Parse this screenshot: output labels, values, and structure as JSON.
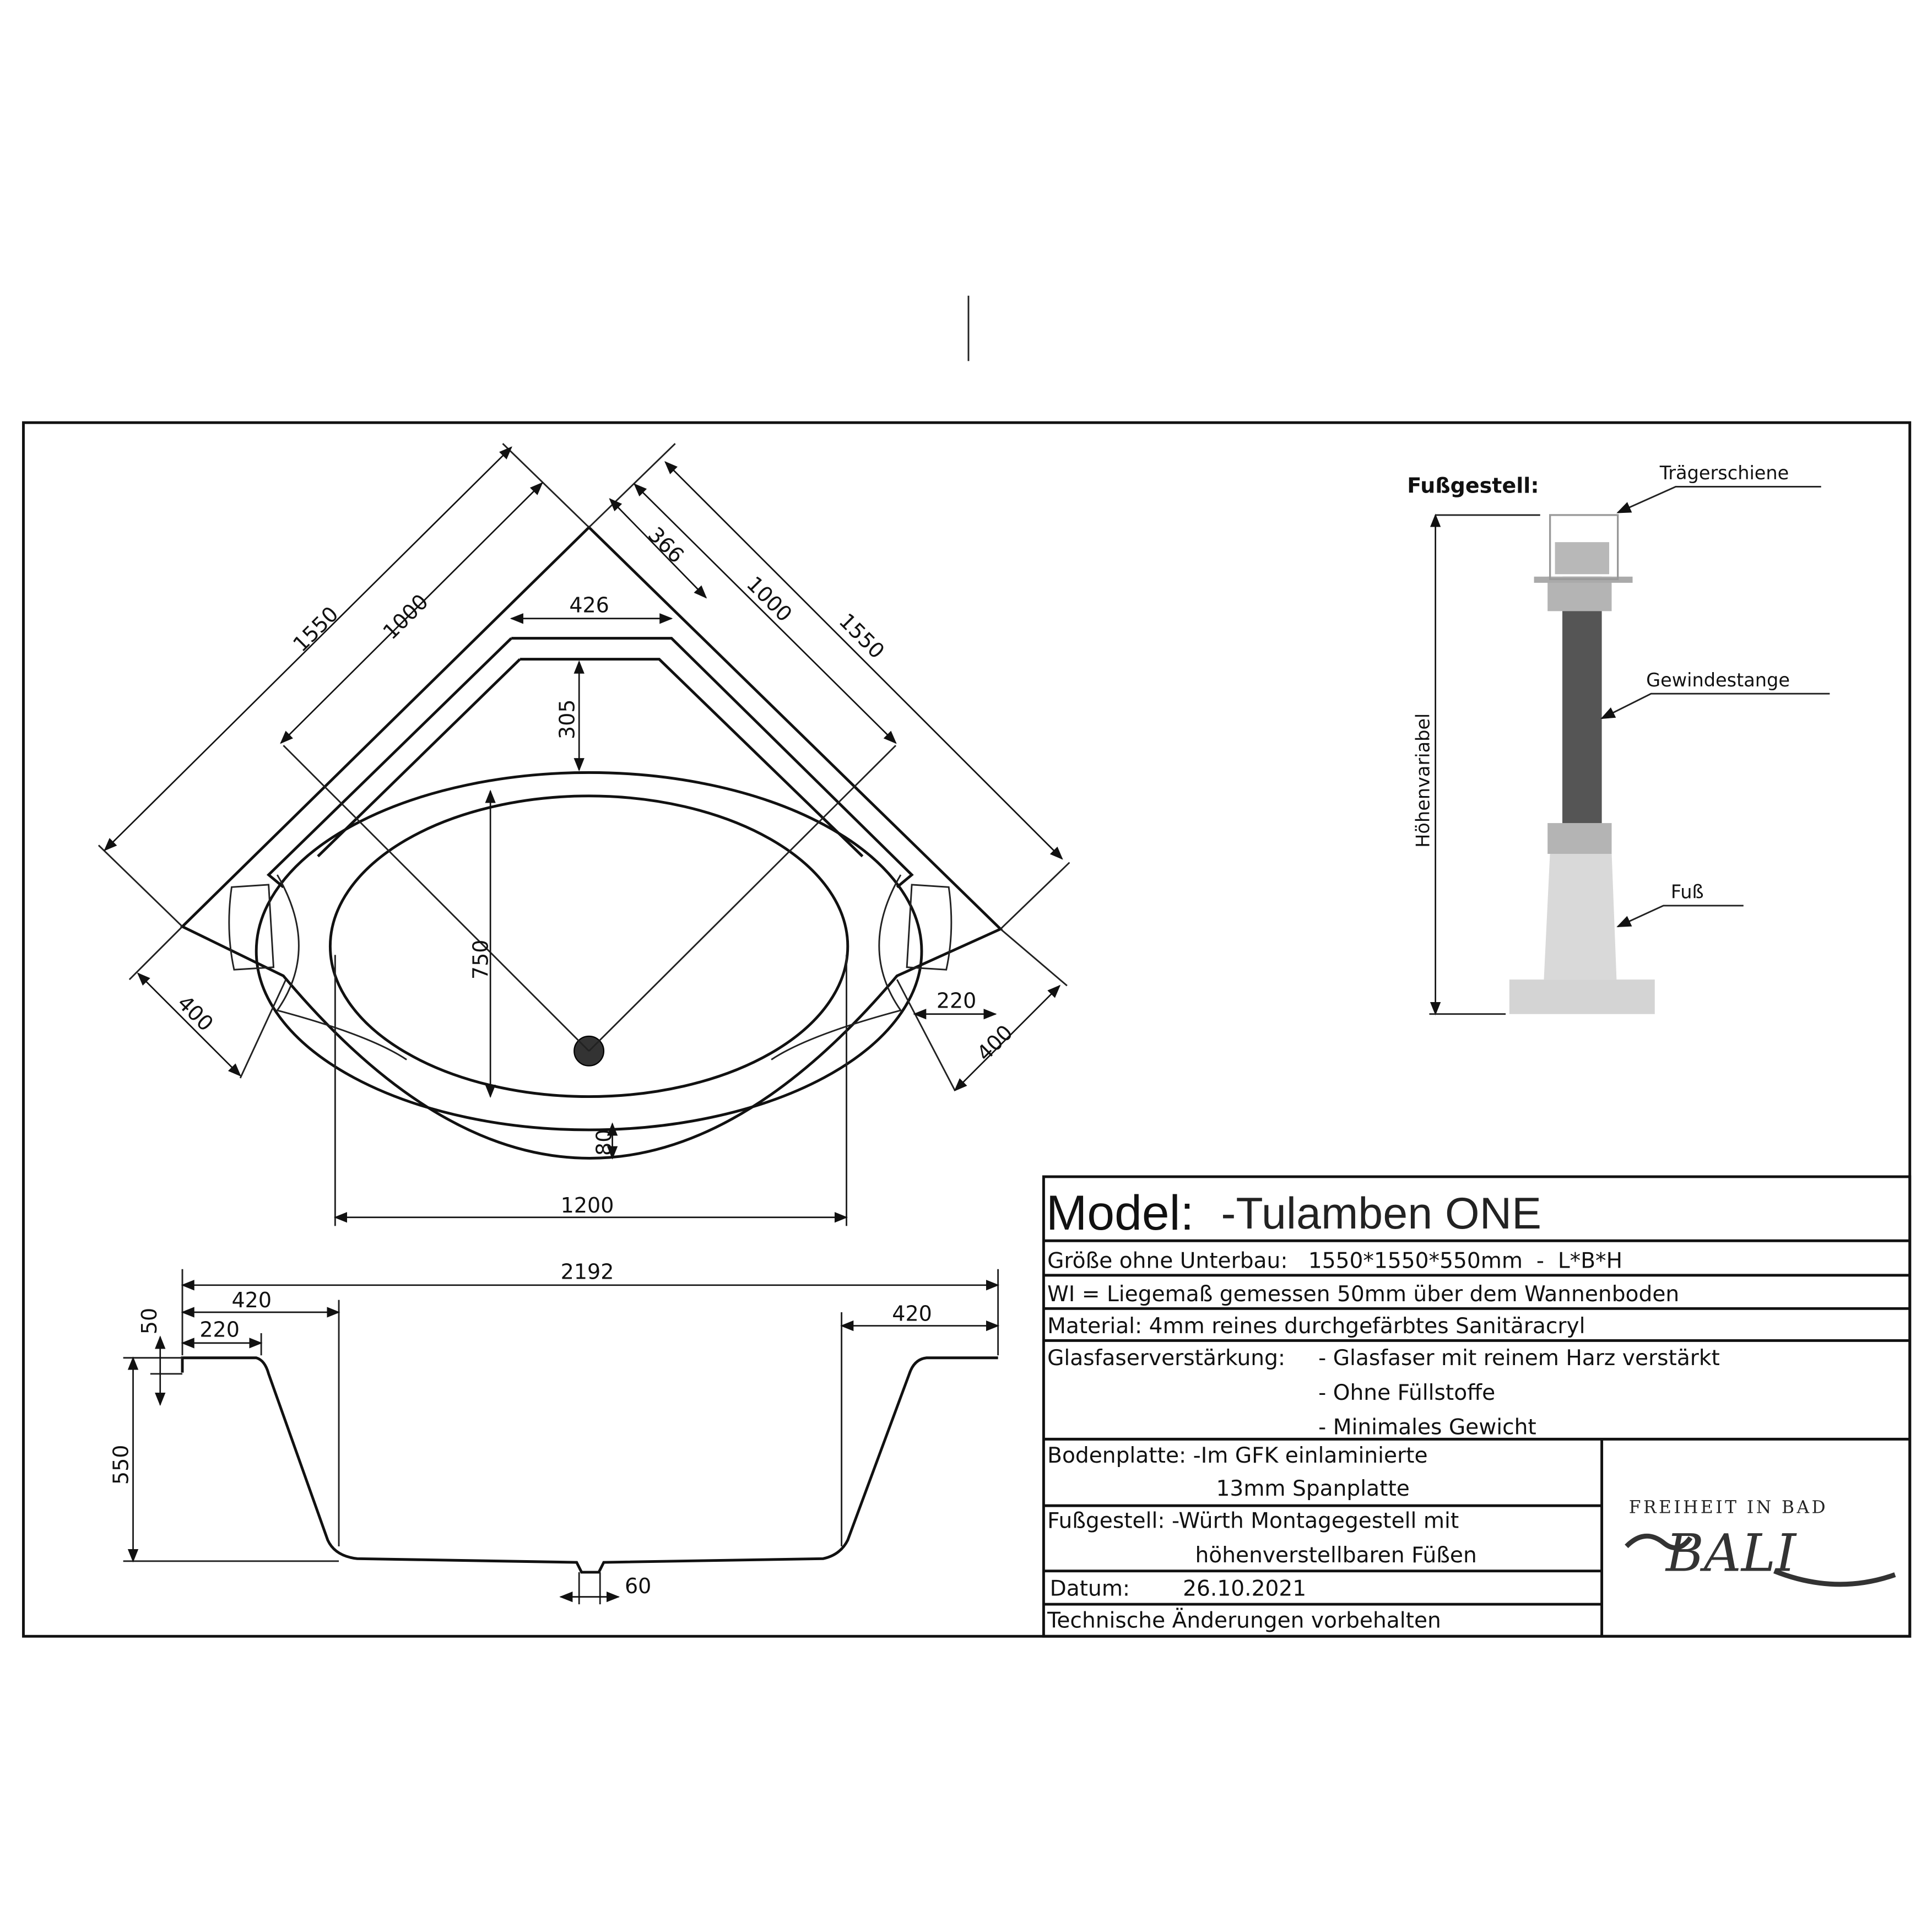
{
  "top_view": {
    "dims": {
      "side_outer_left": "1550",
      "side_inner_left": "1000",
      "side_outer_right": "1550",
      "side_inner_right": "1000",
      "corner_offset": "366",
      "top_width": "426",
      "seat_depth": "305",
      "basin_length": "750",
      "rim_front": "80",
      "basin_width": "1200",
      "headrest_right": "220",
      "end_left": "400",
      "end_right": "400"
    }
  },
  "side_view": {
    "dims": {
      "total_length": "2192",
      "left_top": "420",
      "left_step": "220",
      "right_top": "420",
      "rim_height": "50",
      "height": "550",
      "drain": "60"
    }
  },
  "foot_detail": {
    "title": "Fußgestell:",
    "label_rail": "Trägerschiene",
    "label_rod": "Gewindestange",
    "label_foot": "Fuß",
    "label_height": "Höhenvariabel"
  },
  "title_block": {
    "model_label": "Model:",
    "model_name": "-Tulamben ONE",
    "size": "Größe ohne Unterbau:   1550*1550*550mm  -  L*B*H",
    "wi": "WI = Liegemaß gemessen 50mm über dem Wannenboden",
    "material": "Material: 4mm reines durchgefärbtes Sanitäracryl",
    "glass_label": "Glasfaserverstärkung:",
    "glass_1": "- Glasfaser mit reinem Harz verstärkt",
    "glass_2": "- Ohne Füllstoffe",
    "glass_3": "- Minimales Gewicht",
    "floor_1": "Bodenplatte: -Im GFK einlaminierte",
    "floor_2": "13mm Spanplatte",
    "frame_1": "Fußgestell: -Würth Montagegestell mit",
    "frame_2": "höhenverstellbaren Füßen",
    "date_label": "Datum:",
    "date_value": "26.10.2021",
    "note": "Technische Änderungen vorbehalten"
  },
  "logo": {
    "tagline": "FREIHEIT IN BAD",
    "name": "BALI"
  }
}
